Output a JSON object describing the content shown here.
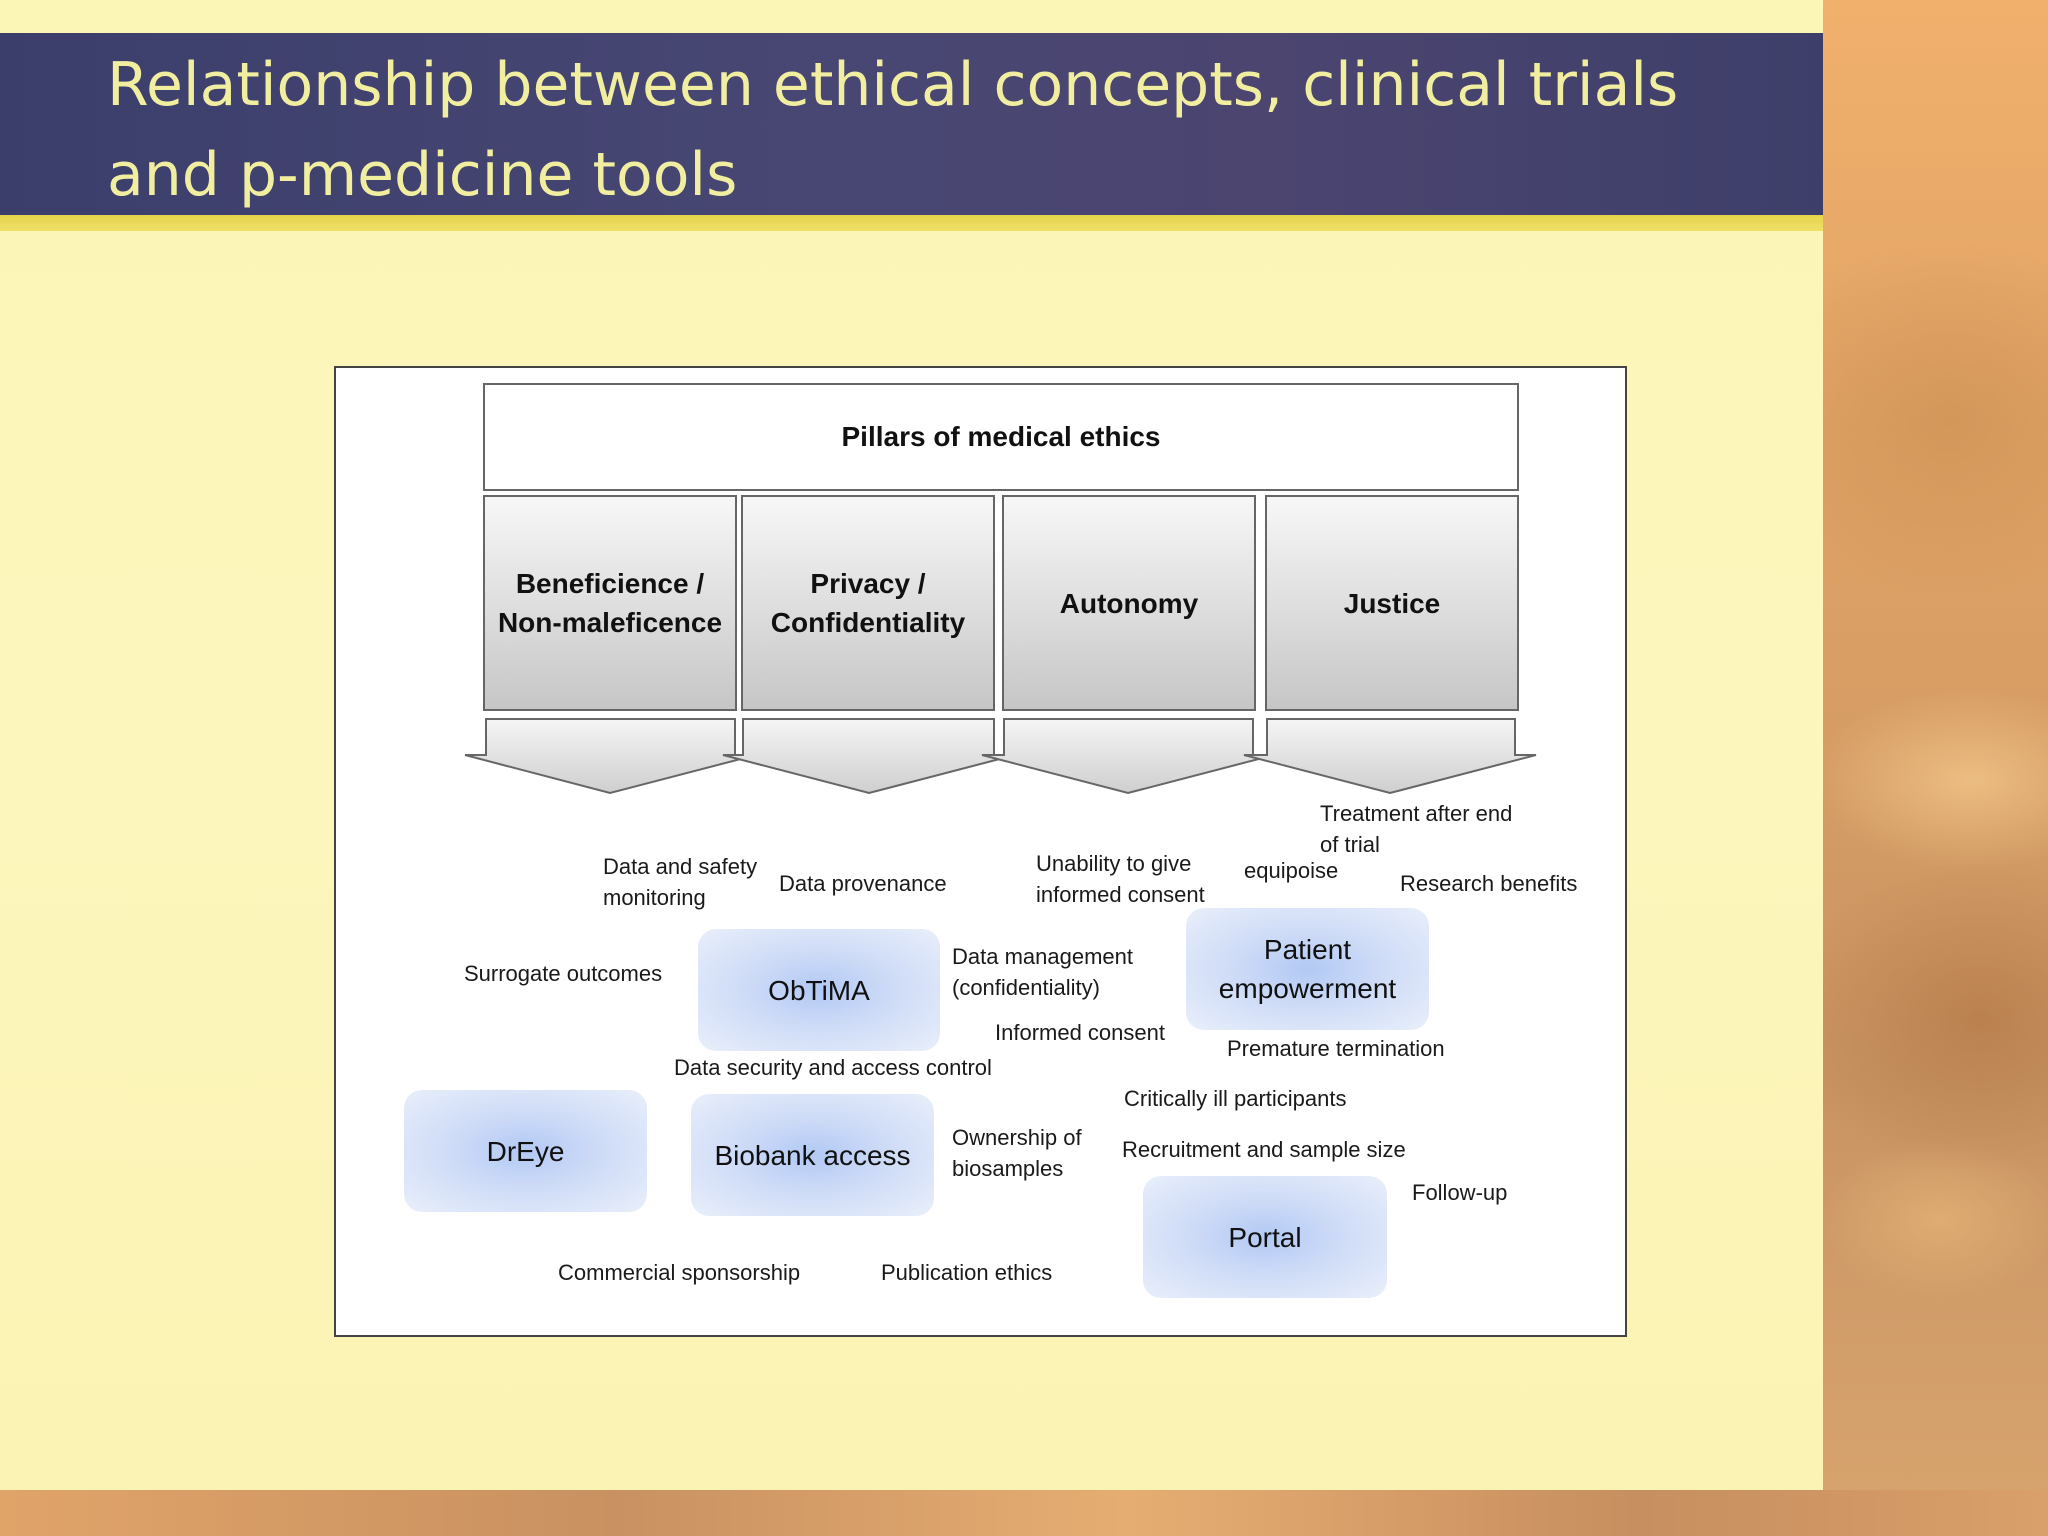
{
  "slide": {
    "title_line1": "Relationship between ethical concepts, clinical trials",
    "title_line2": "and p-medicine tools"
  },
  "diagram": {
    "header": "Pillars of medical ethics",
    "pillars": [
      {
        "line1": "Beneficience /",
        "line2": "Non-maleficence"
      },
      {
        "line1": "Privacy /",
        "line2": "Confidentiality"
      },
      {
        "line1": "Autonomy",
        "line2": ""
      },
      {
        "line1": "Justice",
        "line2": ""
      }
    ],
    "concepts": [
      "Treatment after end\nof trial",
      "Data and safety\nmonitoring",
      "Data provenance",
      "Unability to give\ninformed consent",
      "equipoise",
      "Research benefits",
      "Surrogate outcomes",
      "Data management\n(confidentiality)",
      "Informed consent",
      "Premature termination",
      "Data security and access control",
      "Critically ill participants",
      "Ownership of\nbiosamples",
      "Recruitment and sample size",
      "Follow-up",
      "Commercial sponsorship",
      "Publication ethics"
    ],
    "tools": [
      {
        "line1": "ObTiMA",
        "line2": ""
      },
      {
        "line1": "Patient",
        "line2": "empowerment"
      },
      {
        "line1": "DrEye",
        "line2": ""
      },
      {
        "line1": "Biobank access",
        "line2": ""
      },
      {
        "line1": "Portal",
        "line2": ""
      }
    ]
  },
  "colors": {
    "title_bar": "#474673",
    "title_text": "#f2eea0",
    "accent_stripe": "#e3d34a",
    "slide_background": "#fcf6bd",
    "tool_fill": "#b2c9f4"
  }
}
